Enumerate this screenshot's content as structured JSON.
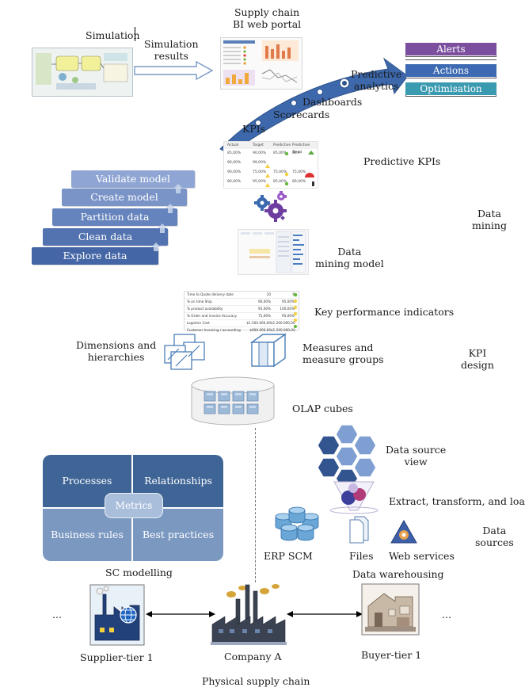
{
  "labels": {
    "simulation": "Simulation",
    "simulation_results": "Simulation\nresults",
    "portal": "Supply chain\nBI web portal",
    "predictive_analytics": "Predictive\nanalytics",
    "dashboards": "Dashboards",
    "scorecards": "Scorecards",
    "kpis": "KPIs",
    "predictive_kpis": "Predictive KPIs",
    "data_mining": "Data\nmining",
    "data_mining_model": "Data\nmining model",
    "key_performance_indicators": "Key performance indicators",
    "dimensions": "Dimensions and\nhierarchies",
    "measures": "Measures and\nmeasure groups",
    "kpi_design": "KPI\ndesign",
    "olap": "OLAP cubes",
    "dsv": "Data source\nview",
    "etl": "Extract, transform, and load",
    "data_sources": "Data\nsources",
    "erp": "ERP SCM",
    "files": "Files",
    "web_services": "Web services",
    "data_warehousing": "Data warehousing",
    "sc_modelling": "SC modelling",
    "supplier": "Supplier-tier 1",
    "company": "Company A",
    "buyer": "Buyer-tier 1",
    "physical": "Physical supply chain",
    "ellipsis_left": "...",
    "ellipsis_right": "..."
  },
  "outputs": [
    {
      "label": "Alerts",
      "color": "#7b4f9e"
    },
    {
      "label": "Actions",
      "color": "#3d6ab3"
    },
    {
      "label": "Optimisation",
      "color": "#3a9ab0"
    }
  ],
  "mining_steps": [
    "Validate model",
    "Create model",
    "Partition data",
    "Clean data",
    "Explore data"
  ],
  "scorecard_headers": [
    "Actual",
    "Target",
    "Predictive",
    "Predictive Trend"
  ],
  "scorecard_rows": [
    [
      "85,00%",
      "90,00%",
      "85,00%",
      "88,9"
    ],
    [
      "96,00%",
      "99,00%",
      "",
      ""
    ],
    [
      "90,00%",
      "75,00%",
      "75,00%",
      "75,00%"
    ],
    [
      "80,00%",
      "95,00%",
      "85,00%",
      "89,00%"
    ]
  ],
  "kpi_table": [
    [
      "Time to Quote delivery date",
      "10",
      "9"
    ],
    [
      "% on time Ship",
      "90,00%",
      "95,00%"
    ],
    [
      "% product availability",
      "95,00%",
      "100,00%"
    ],
    [
      "% Order and invoice Accuracy",
      "75,00%",
      "95,00%"
    ],
    [
      "Logistics Cost",
      "$1.500.000,00",
      "$1.200.000,00"
    ],
    [
      "Customer Invoicing / accounting costs",
      "$900.000,00",
      "$1.200.000,00"
    ]
  ],
  "sc_model": {
    "processes": "Processes",
    "relationships": "Relationships",
    "business_rules": "Business rules",
    "best_practices": "Best practices",
    "metrics": "Metrics"
  },
  "colors": {
    "steps": [
      "#8fa5d3",
      "#7a94c8",
      "#6583bc",
      "#5373b0",
      "#4566a6"
    ],
    "quad_dark": "#3f6596",
    "quad_light": "#7b98c1",
    "hex_dark": "#33558f",
    "hex_light": "#7f9fd2"
  }
}
